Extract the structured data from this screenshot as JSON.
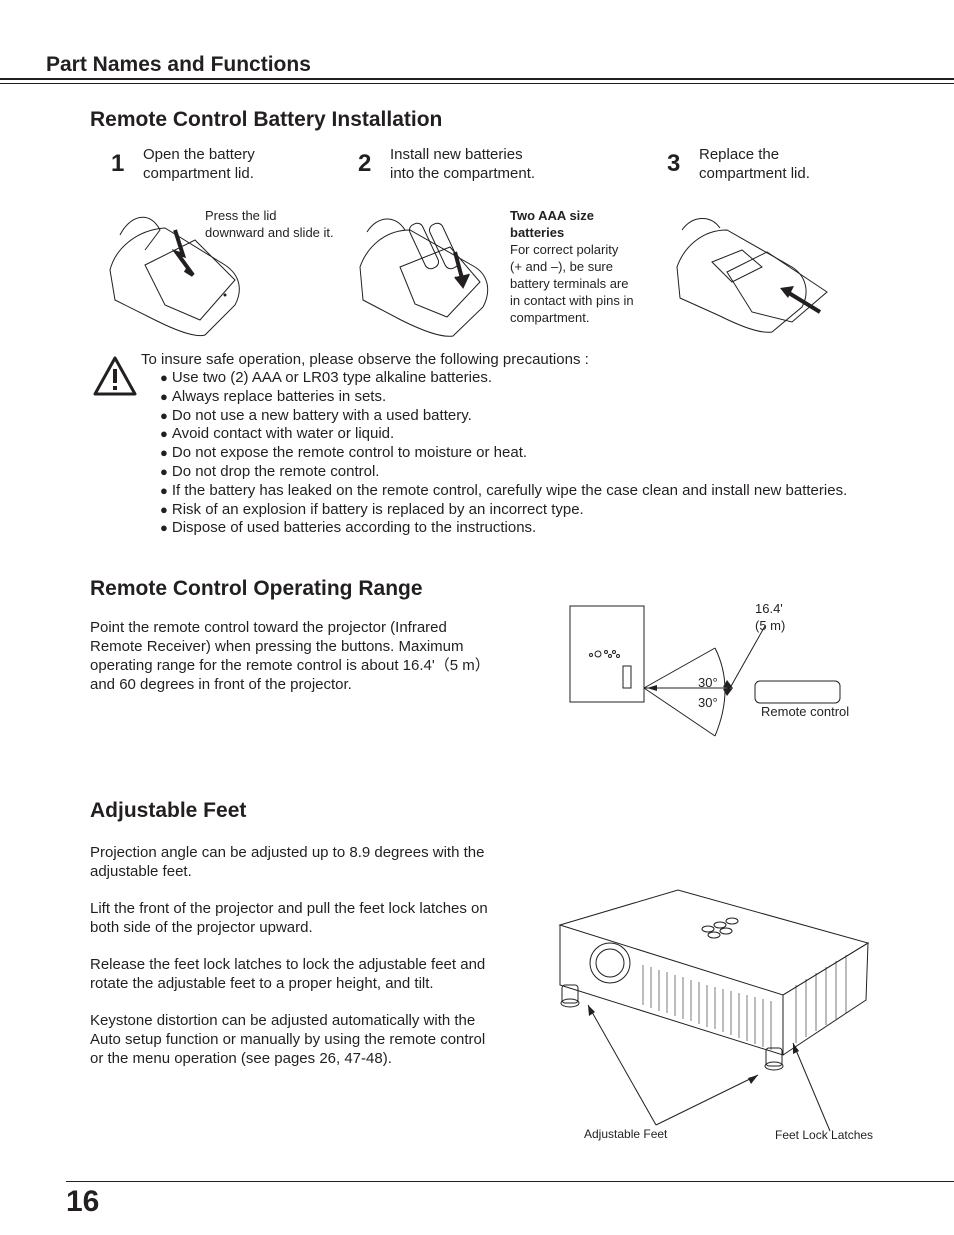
{
  "header": {
    "title": "Part Names and Functions"
  },
  "battery": {
    "title": "Remote Control Battery Installation",
    "steps": [
      {
        "num": "1",
        "text_line1": "Open the battery",
        "text_line2": "compartment lid.",
        "note_line1": "Press the lid",
        "note_line2": "downward and slide it."
      },
      {
        "num": "2",
        "text_line1": "Install new batteries",
        "text_line2": "into the compartment.",
        "note_title": "Two AAA size batteries",
        "note_lines": [
          "For correct polarity",
          "(+ and –), be sure",
          "battery terminals are",
          "in contact with pins in",
          "compartment."
        ]
      },
      {
        "num": "3",
        "text_line1": "Replace the",
        "text_line2": "compartment lid."
      }
    ]
  },
  "precautions": {
    "intro": "To insure safe operation, please observe the following precautions :",
    "bullet": "●",
    "items": [
      "Use two (2) AAA or LR03 type alkaline batteries.",
      "Always replace batteries in sets.",
      "Do not use a new battery with a used battery.",
      "Avoid contact with water or liquid.",
      "Do not expose the remote control to moisture or heat.",
      "Do not drop the remote control.",
      "If the battery has leaked on the remote control, carefully wipe the case clean and install new batteries.",
      "Risk of an explosion if battery is replaced by an incorrect type.",
      "Dispose of used batteries according to the instructions."
    ]
  },
  "range": {
    "title": "Remote Control Operating Range",
    "text_lines": [
      "Point the remote control toward the projector (Infrared",
      "Remote Receiver) when pressing the buttons. Maximum",
      "operating range for the remote control is about 16.4'（5 m）",
      "and 60 degrees in front of the projector."
    ],
    "diagram": {
      "distance_ft": "16.4'",
      "distance_m": "(5 m)",
      "angle_top": "30°",
      "angle_bottom": "30°",
      "remote_label": "Remote control"
    }
  },
  "feet": {
    "title": "Adjustable Feet",
    "paragraphs": [
      [
        "Projection angle can be adjusted up to 8.9 degrees with the",
        "adjustable feet."
      ],
      [
        "Lift the front of the projector and pull the feet lock latches on",
        "both side of the projector upward."
      ],
      [
        "Release the feet lock latches to lock the adjustable feet and",
        "rotate the adjustable feet to a proper height, and tilt."
      ],
      [
        "Keystone distortion can be adjusted automatically with the",
        "Auto setup function or manually by using the remote control",
        "or the menu operation (see pages 26, 47-48)."
      ]
    ],
    "labels": {
      "feet": "Adjustable Feet",
      "latches": "Feet Lock Latches"
    }
  },
  "footer": {
    "page_number": "16"
  }
}
